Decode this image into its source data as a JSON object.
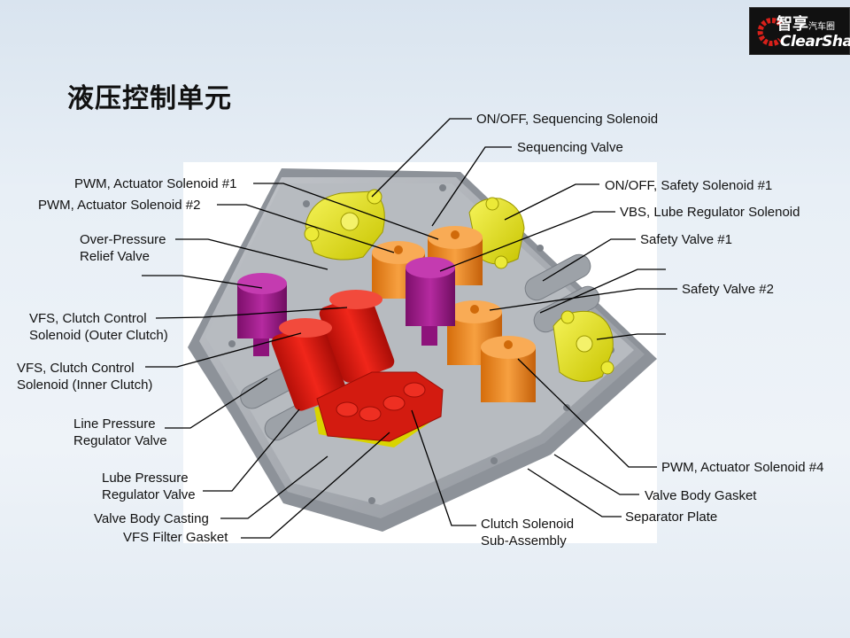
{
  "title": "液压控制单元",
  "logo": {
    "cn_text": "智享",
    "cn_small": "汽车圈",
    "en_text": "ClearShare"
  },
  "labels": {
    "on_off_sequencing": "ON/OFF, Sequencing Solenoid",
    "sequencing_valve": "Sequencing Valve",
    "pwm_actuator_1": "PWM, Actuator Solenoid #1",
    "pwm_actuator_2": "PWM, Actuator Solenoid #2",
    "over_pressure_1": "Over-Pressure",
    "over_pressure_2": "Relief Valve",
    "vfs_outer_1": "VFS, Clutch Control",
    "vfs_outer_2": "Solenoid (Outer Clutch)",
    "vfs_inner_1": "VFS, Clutch Control",
    "vfs_inner_2": "Solenoid (Inner Clutch)",
    "line_pressure_1": "Line Pressure",
    "line_pressure_2": "Regulator Valve",
    "lube_pressure_1": "Lube Pressure",
    "lube_pressure_2": "Regulator Valve",
    "valve_body_casting": "Valve Body Casting",
    "vfs_filter_gasket": "VFS Filter Gasket",
    "clutch_solenoid_1": "Clutch Solenoid",
    "clutch_solenoid_2": "Sub-Assembly",
    "separator_plate": "Separator Plate",
    "valve_body_gasket": "Valve Body Gasket",
    "pwm_actuator_4": "PWM, Actuator Solenoid #4",
    "safety_valve_2": "Safety Valve #2",
    "safety_valve_1": "Safety Valve #1",
    "vbs_lube": "VBS, Lube Regulator Solenoid",
    "on_off_safety": "ON/OFF, Safety Solenoid #1"
  },
  "colors": {
    "casting": "#a9adb3",
    "yellow": "#e8e400",
    "orange": "#f08a1c",
    "magenta": "#a4178f",
    "red": "#e21a10"
  }
}
